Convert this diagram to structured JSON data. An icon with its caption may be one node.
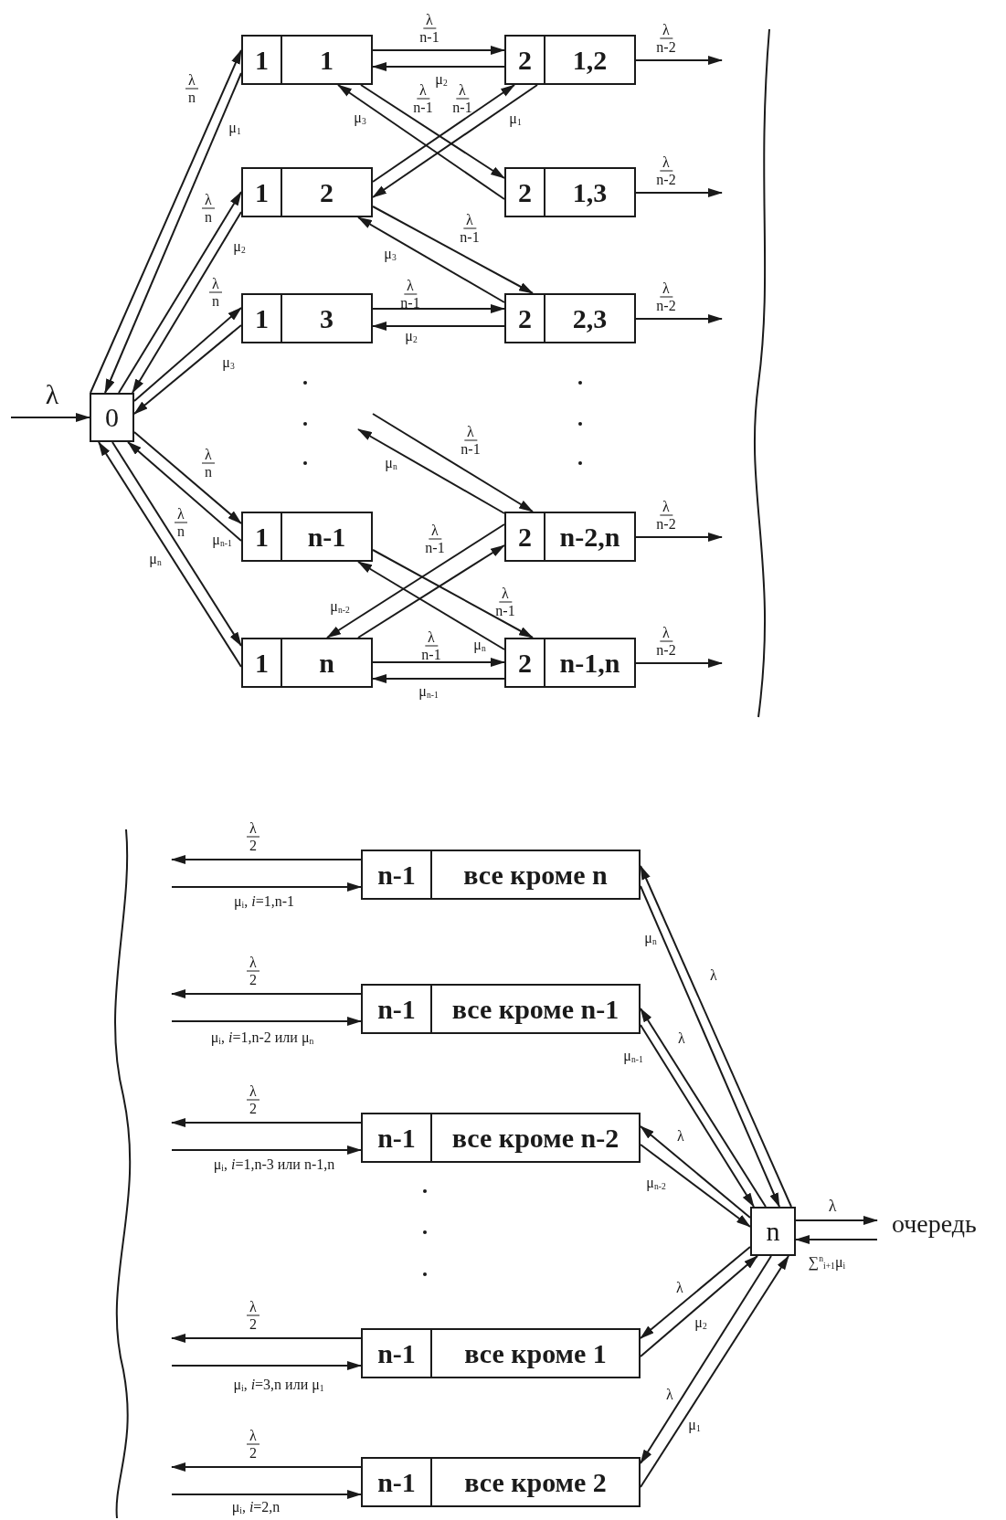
{
  "diagram": {
    "nodes": [
      {
        "text": [
          "0"
        ]
      },
      {
        "text": [
          "1",
          "1"
        ]
      },
      {
        "text": [
          "1",
          "2"
        ]
      },
      {
        "text": [
          "1",
          "3"
        ]
      },
      {
        "text": [
          "1",
          "n-1"
        ]
      },
      {
        "text": [
          "1",
          "n"
        ]
      },
      {
        "text": [
          "2",
          "1,2"
        ]
      },
      {
        "text": [
          "2",
          "1,3"
        ]
      },
      {
        "text": [
          "2",
          "2,3"
        ]
      },
      {
        "text": [
          "2",
          "n-2,n"
        ]
      },
      {
        "text": [
          "2",
          "n-1,n"
        ]
      },
      {
        "text": [
          "n-1",
          "все кроме n"
        ]
      },
      {
        "text": [
          "n-1",
          "все кроме n-1"
        ]
      },
      {
        "text": [
          "n-1",
          "все кроме n-2"
        ]
      },
      {
        "text": [
          "n-1",
          "все кроме 1"
        ]
      },
      {
        "text": [
          "n-1",
          "все кроме 2"
        ]
      },
      {
        "text": [
          "n"
        ]
      },
      {
        "text": [
          "очередь"
        ]
      }
    ],
    "edges": [
      {
        "from": null,
        "to": 0,
        "arrow": "to",
        "label": "λ"
      },
      {
        "from": 0,
        "to": 1,
        "arrow": "to",
        "label": "λ n"
      },
      {
        "from": 1,
        "to": 0,
        "arrow": "to",
        "label": "μ$_{1}$"
      },
      {
        "from": 0,
        "to": 2,
        "arrow": "to",
        "label": "λ n"
      },
      {
        "from": 2,
        "to": 0,
        "arrow": "to",
        "label": "μ$_{2}$"
      },
      {
        "from": 0,
        "to": 3,
        "arrow": "to",
        "label": "λ n"
      },
      {
        "from": 3,
        "to": 0,
        "arrow": "to",
        "label": "μ$_{3}$"
      },
      {
        "from": 0,
        "to": 4,
        "arrow": "to",
        "label": "λ n"
      },
      {
        "from": 4,
        "to": 0,
        "arrow": "to",
        "label": "μ$_{n-1}$"
      },
      {
        "from": 0,
        "to": 5,
        "arrow": "to",
        "label": "λ n"
      },
      {
        "from": 5,
        "to": 0,
        "arrow": "to",
        "label": "μ$_{n}$"
      },
      {
        "from": 1,
        "to": 6,
        "arrow": "to",
        "label": "λ n-1"
      },
      {
        "from": 6,
        "to": 1,
        "arrow": "to",
        "label": "μ$_{2}$"
      },
      {
        "from": 1,
        "to": 7,
        "arrow": "to",
        "label": "λ n-1"
      },
      {
        "from": 7,
        "to": 1,
        "arrow": "to",
        "label": "μ$_{3}$"
      },
      {
        "from": 2,
        "to": 6,
        "arrow": "to",
        "label": "λ n-1"
      },
      {
        "from": 6,
        "to": 2,
        "arrow": "to",
        "label": "μ$_{1}$"
      },
      {
        "from": 2,
        "to": 8,
        "arrow": "to",
        "label": "λ n-1"
      },
      {
        "from": 8,
        "to": 2,
        "arrow": "to",
        "label": "μ$_{3}$"
      },
      {
        "from": 3,
        "to": 8,
        "arrow": "to",
        "label": "λ n-1"
      },
      {
        "from": 8,
        "to": 3,
        "arrow": "to",
        "label": "μ$_{2}$"
      },
      {
        "from": null,
        "to": 9,
        "arrow": "to",
        "label": "λ n-1"
      },
      {
        "from": 9,
        "to": null,
        "arrow": "to",
        "label": "μ$_{n}$"
      },
      {
        "from": 4,
        "to": 10,
        "arrow": "to",
        "label": "λ n-1"
      },
      {
        "from": 10,
        "to": 4,
        "arrow": "to",
        "label": "μ$_{n}$"
      },
      {
        "from": 5,
        "to": 9,
        "arrow": "to",
        "label": "λ n-1"
      },
      {
        "from": 9,
        "to": 5,
        "arrow": "to",
        "label": "μ$_{n-2}$"
      },
      {
        "from": 5,
        "to": 10,
        "arrow": "to",
        "label": "λ n-1"
      },
      {
        "from": 10,
        "to": 5,
        "arrow": "to",
        "label": "μ$_{n-1}$"
      },
      {
        "from": 6,
        "to": null,
        "arrow": "to",
        "label": "λ n-2"
      },
      {
        "from": 7,
        "to": null,
        "arrow": "to",
        "label": "λ n-2"
      },
      {
        "from": 8,
        "to": null,
        "arrow": "to",
        "label": "λ n-2"
      },
      {
        "from": 9,
        "to": null,
        "arrow": "to",
        "label": "λ n-2"
      },
      {
        "from": 10,
        "to": null,
        "arrow": "to",
        "label": "λ n-2"
      },
      {
        "from": 11,
        "to": null,
        "arrow": "to",
        "label": "λ 2"
      },
      {
        "from": null,
        "to": 11,
        "arrow": "to",
        "label": "μ$_{i}$,  *i*=1,n-1"
      },
      {
        "from": 12,
        "to": null,
        "arrow": "to",
        "label": "λ 2"
      },
      {
        "from": null,
        "to": 12,
        "arrow": "to",
        "label": "μ$_{i}$,  *i*=1,n-2 или μ$_{n}$"
      },
      {
        "from": 13,
        "to": null,
        "arrow": "to",
        "label": "λ 2"
      },
      {
        "from": null,
        "to": 13,
        "arrow": "to",
        "label": "μ$_{i}$,  *i*=1,n-3 или n-1,n"
      },
      {
        "from": 14,
        "to": null,
        "arrow": "to",
        "label": "λ 2"
      },
      {
        "from": null,
        "to": 14,
        "arrow": "to",
        "label": "μ$_{i}$, *i*=3,n или μ$_{1}$"
      },
      {
        "from": 15,
        "to": null,
        "arrow": "to",
        "label": "λ 2"
      },
      {
        "from": null,
        "to": 15,
        "arrow": "to",
        "label": "μ$_{i}$, *i*=2,n"
      },
      {
        "from": 16,
        "to": 11,
        "arrow": "to",
        "label": "λ"
      },
      {
        "from": 11,
        "to": 16,
        "arrow": "to",
        "label": "μ$_{n}$"
      },
      {
        "from": 16,
        "to": 12,
        "arrow": "to",
        "label": "λ"
      },
      {
        "from": 12,
        "to": 16,
        "arrow": "to",
        "label": "μ$_{n-1}$"
      },
      {
        "from": 16,
        "to": 13,
        "arrow": "to",
        "label": "λ"
      },
      {
        "from": 13,
        "to": 16,
        "arrow": "to",
        "label": "μ$_{n-2}$"
      },
      {
        "from": 16,
        "to": 14,
        "arrow": "to",
        "label": "λ"
      },
      {
        "from": 14,
        "to": 16,
        "arrow": "to",
        "label": "μ$_{2}$"
      },
      {
        "from": 16,
        "to": 15,
        "arrow": "to",
        "label": "λ"
      },
      {
        "from": 15,
        "to": 16,
        "arrow": "to",
        "label": "μ$_{1}$"
      },
      {
        "from": 16,
        "to": 17,
        "arrow": "to",
        "label": "λ"
      },
      {
        "from": 17,
        "to": 16,
        "arrow": "to",
        "label": "∑$^{n}$$_{i+1}$μ$_{i}$"
      }
    ]
  }
}
